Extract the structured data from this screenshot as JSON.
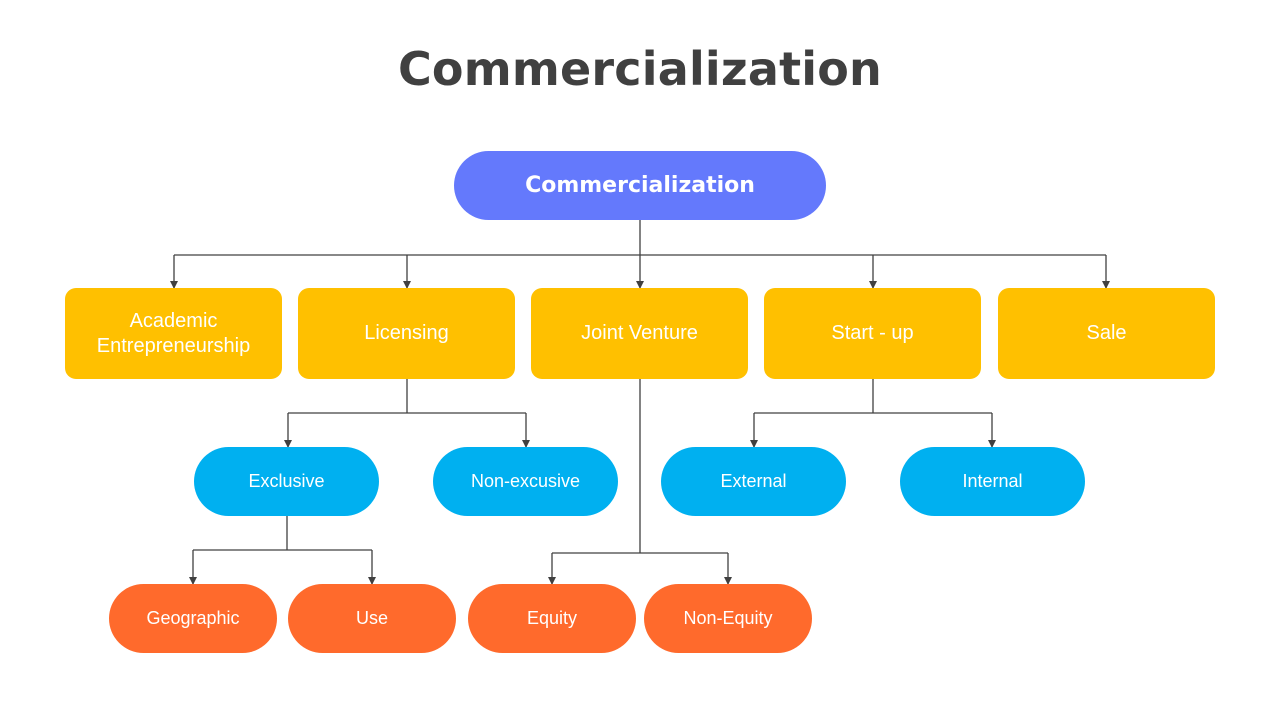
{
  "page_title": "Commercialization",
  "root": {
    "label": "Commercialization"
  },
  "categories": [
    {
      "label": "Academic Entrepreneurship"
    },
    {
      "label": "Licensing"
    },
    {
      "label": "Joint Venture"
    },
    {
      "label": "Start - up"
    },
    {
      "label": "Sale"
    }
  ],
  "licensing_types": [
    {
      "label": "Exclusive"
    },
    {
      "label": "Non-excusive"
    }
  ],
  "startup_types": [
    {
      "label": "External"
    },
    {
      "label": "Internal"
    }
  ],
  "exclusive_types": [
    {
      "label": "Geographic"
    },
    {
      "label": "Use"
    }
  ],
  "joint_venture_types": [
    {
      "label": "Equity"
    },
    {
      "label": "Non-Equity"
    }
  ],
  "colors": {
    "title_text": "#404040",
    "root": "#6479FC",
    "category": "#FFC000",
    "subtype": "#00B0F0",
    "leaf": "#FF6A2C",
    "connector": "#404040"
  }
}
